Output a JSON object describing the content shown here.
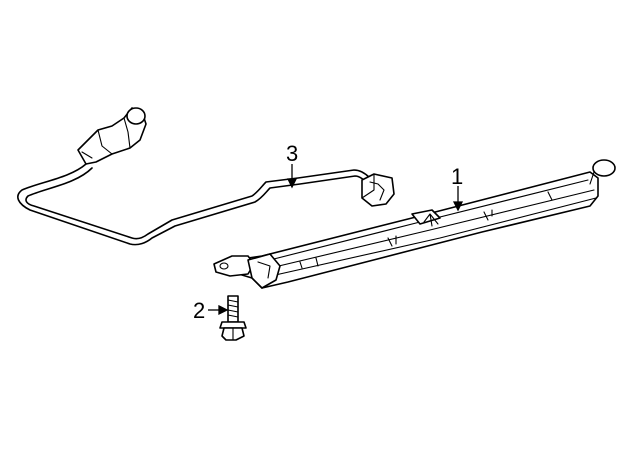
{
  "callouts": {
    "part1": "1",
    "part2": "2",
    "part3": "3"
  },
  "parts": [
    {
      "callout": "1",
      "icon": "spoiler-lamp-icon"
    },
    {
      "callout": "2",
      "icon": "bolt-icon"
    },
    {
      "callout": "3",
      "icon": "wire-harness-icon"
    }
  ],
  "colors": {
    "line": "#000000",
    "background": "#ffffff"
  }
}
